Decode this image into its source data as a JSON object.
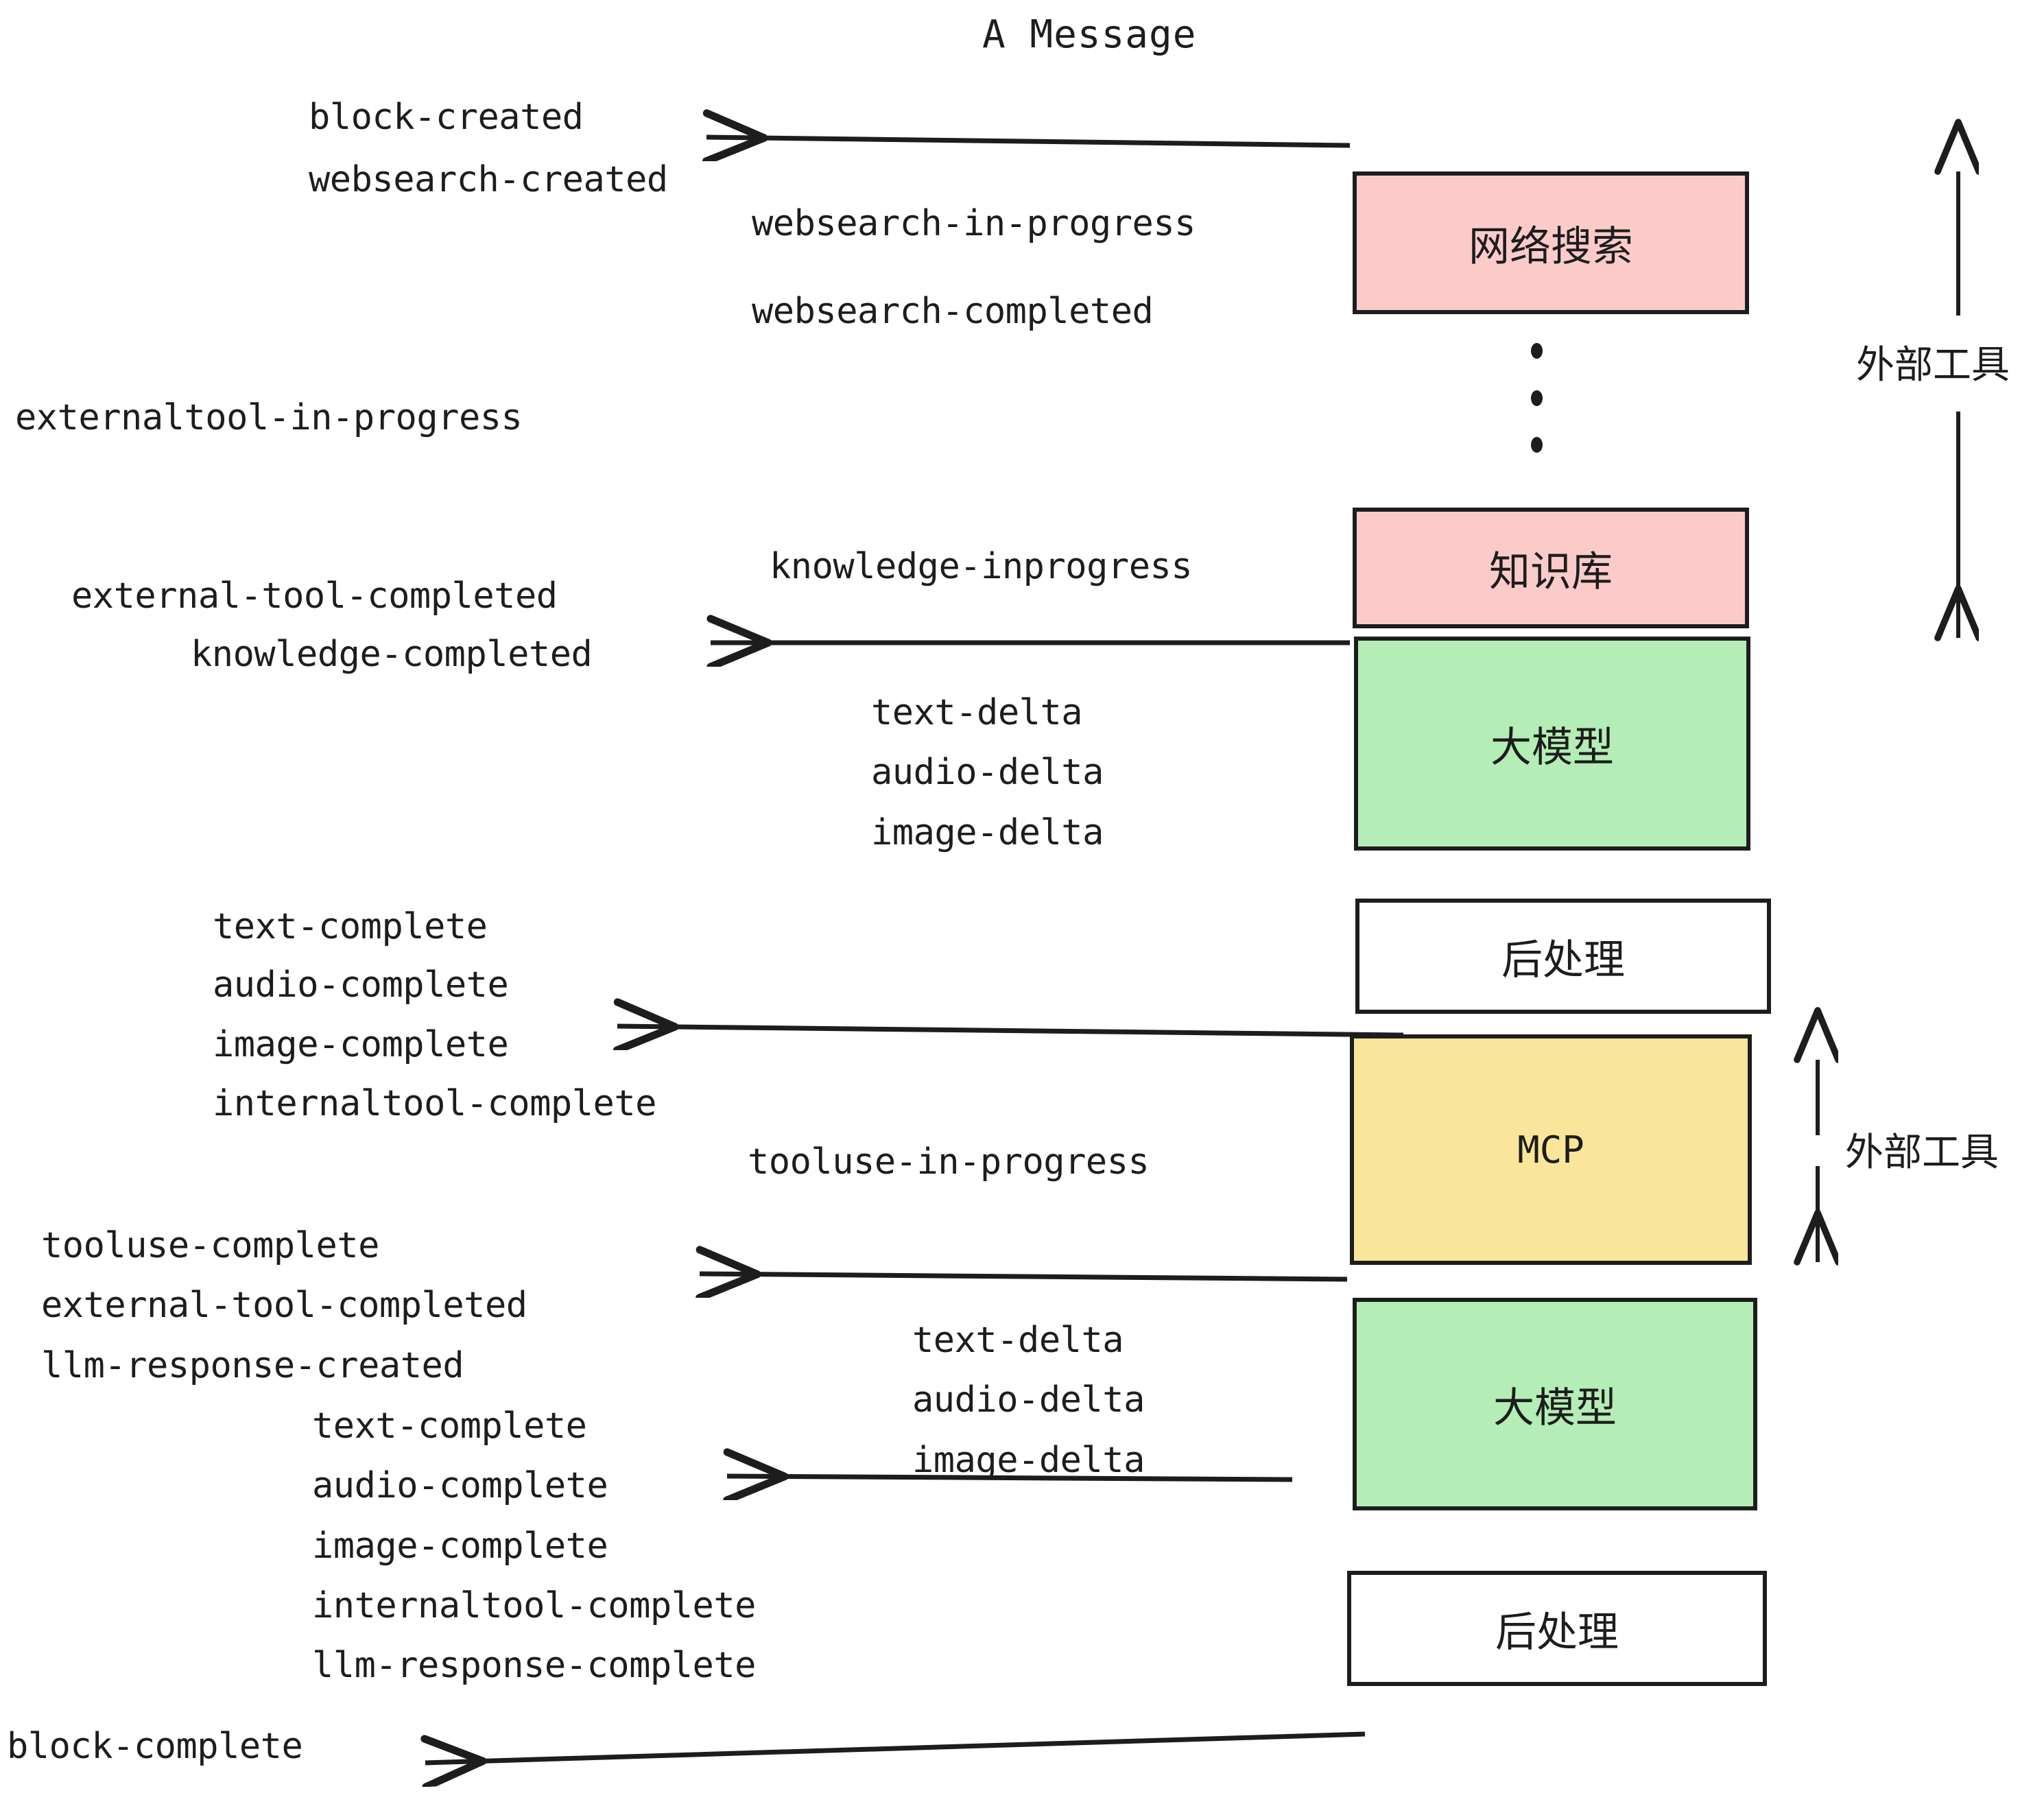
{
  "title": "A Message",
  "events": {
    "block_created": "block-created",
    "websearch_created": "websearch-created",
    "websearch_in_progress": "websearch-in-progress",
    "websearch_completed": "websearch-completed",
    "externaltool_in_progress": "externaltool-in-progress",
    "knowledge_inprogress": "knowledge-inprogress",
    "external_tool_completed_1": "external-tool-completed",
    "knowledge_completed": "knowledge-completed",
    "text_delta_1": "text-delta",
    "audio_delta_1": "audio-delta",
    "image_delta_1": "image-delta",
    "text_complete_1": "text-complete",
    "audio_complete_1": "audio-complete",
    "image_complete_1": "image-complete",
    "internaltool_complete_1": "internaltool-complete",
    "tooluse_in_progress": "tooluse-in-progress",
    "tooluse_complete": "tooluse-complete",
    "external_tool_completed_2": "external-tool-completed",
    "llm_response_created": "llm-response-created",
    "text_delta_2": "text-delta",
    "audio_delta_2": "audio-delta",
    "image_delta_2": "image-delta",
    "text_complete_2": "text-complete",
    "audio_complete_2": "audio-complete",
    "image_complete_2": "image-complete",
    "internaltool_complete_2": "internaltool-complete",
    "llm_response_complete": "llm-response-complete",
    "block_complete": "block-complete"
  },
  "nodes": {
    "websearch": "网络搜索",
    "knowledge": "知识库",
    "llm_1": "大模型",
    "postprocess_1": "后处理",
    "mcp": "MCP",
    "llm_2": "大模型",
    "postprocess_2": "后处理"
  },
  "labels": {
    "external_tool_top": "外部工具",
    "external_tool_bottom": "外部工具"
  },
  "colors": {
    "pink_fill": "#fbcbca",
    "green_fill": "#b4edb6",
    "yellow_fill": "#fae69a",
    "white_fill": "#ffffff",
    "stroke": "#1d1d1d"
  }
}
